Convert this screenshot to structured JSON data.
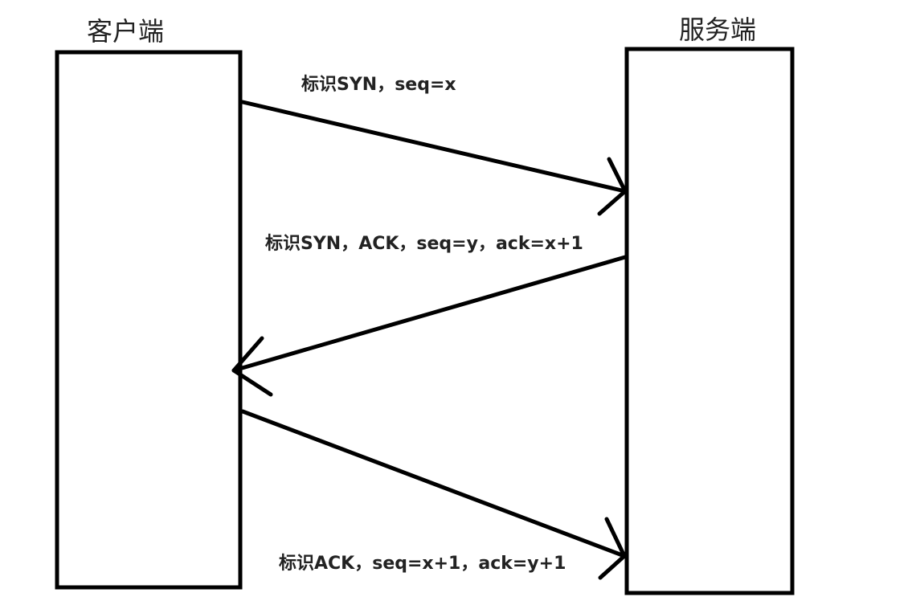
{
  "client": {
    "title": "客户端"
  },
  "server": {
    "title": "服务端"
  },
  "messages": [
    {
      "label": "标识SYN，seq=x"
    },
    {
      "label": "标识SYN，ACK，seq=y，ack=x+1"
    },
    {
      "label": "标识ACK，seq=x+1，ack=y+1"
    }
  ]
}
